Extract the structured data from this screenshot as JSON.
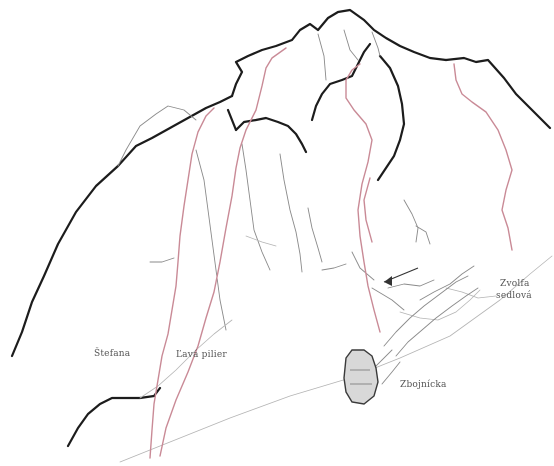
{
  "colors": {
    "background": "#ffffff",
    "rock_outline": "#1c1c1c",
    "rock_detail": "#8a8a8a",
    "route_line": "#c98a96",
    "label_text": "#555555"
  },
  "labels": {
    "left_route_a": "Štefana",
    "left_route_b": "Ľavá pilier",
    "right_route_top": "Zvolfa",
    "right_route_bottom": "sedlová",
    "hut": "Zbojnícka"
  },
  "icons": {
    "arrow": "arrow-icon",
    "hut": "hut-icon"
  }
}
